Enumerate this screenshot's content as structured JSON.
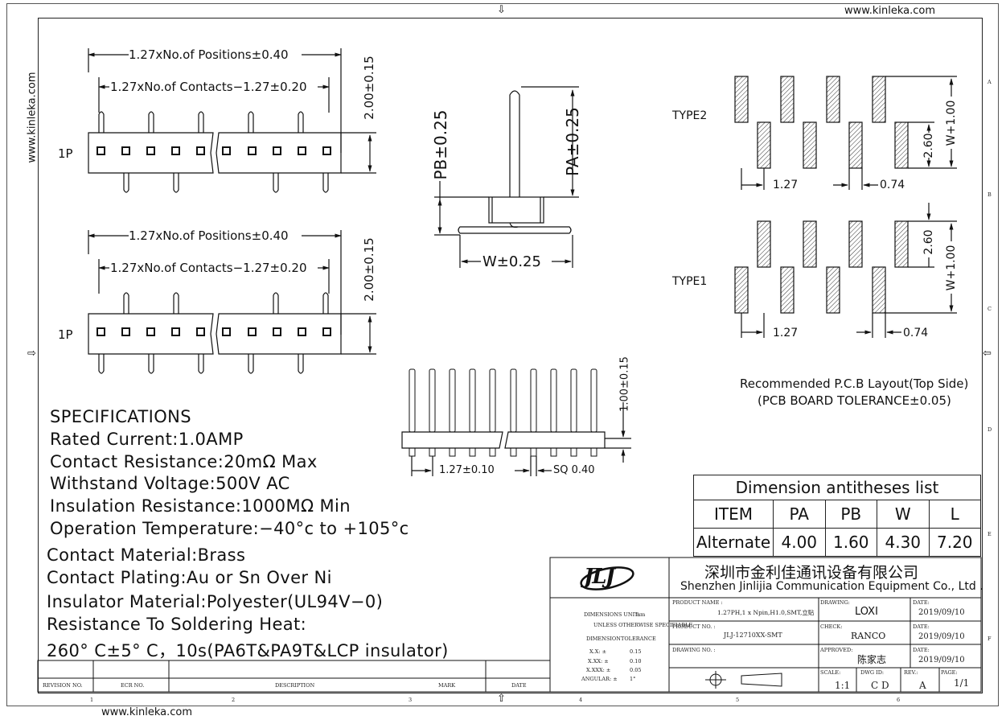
{
  "watermark": {
    "top": "www.kinleka.com",
    "bottom": "www.kinleka.com",
    "side": "www.kinleka.com"
  },
  "top_view_1": {
    "dim_positions": "1.27xNo.of  Positions±0.40",
    "dim_contacts": "1.27xNo.of  Contacts−1.27±0.20",
    "dim_height": "2.00±0.15",
    "pin1": "1P"
  },
  "top_view_2": {
    "dim_positions": "1.27xNo.of  Positions±0.40",
    "dim_contacts": "1.27xNo.of  Contacts−1.27±0.20",
    "dim_height": "2.00±0.15",
    "pin1": "1P"
  },
  "side_view": {
    "pb": "PB±0.25",
    "pa": "PA±0.25",
    "w": "W±0.25"
  },
  "front_view": {
    "height": "1.00±0.15",
    "pitch": "1.27±0.10",
    "sq": "SQ  0.40"
  },
  "pcb_layout": {
    "type2": "TYPE2",
    "type1": "TYPE1",
    "type2_pitch": "1.27",
    "type2_gap": "0.74",
    "type2_pad": "2.60",
    "type2_w": "W+1.00",
    "type1_pitch": "1.27",
    "type1_gap": "0.74",
    "type1_pad": "2.60",
    "type1_w": "W+1.00",
    "title": "Recommended  P.C.B  Layout(Top  Side)",
    "tolerance": "(PCB  BOARD  TOLERANCE±0.05)"
  },
  "specifications": [
    "SPECIFICATIONS",
    "Rated  Current:1.0AMP",
    "Contact  Resistance:20mΩ  Max",
    "Withstand  Voltage:500V  AC",
    "Insulation  Resistance:1000MΩ  Min",
    "Operation  Temperature:−40°c  to  +105°c"
  ],
  "materials": [
    "Contact  Material:Brass",
    "Contact  Plating:Au  or  Sn  Over  Ni",
    "Insulator  Material:Polyester(UL94V−0)",
    "Resistance  To  Soldering  Heat:",
    "260°  C±5°  C，10s(PA6T&PA9T&LCP  insulator)"
  ],
  "dimension_table": {
    "title": "Dimension  antitheses  list",
    "headers": [
      "ITEM",
      "PA",
      "PB",
      "W",
      "L"
    ],
    "row": [
      "Alternate",
      "4.00",
      "1.60",
      "4.30",
      "7.20"
    ]
  },
  "title_block": {
    "logo": "JLJ",
    "company_cn": "深圳市金利佳通讯设备有限公司",
    "company_en": "Shenzhen Jinlijia Communication Equipment Co., Ltd .",
    "dimensions_unit_label": "DIMENSIONS UNIT:",
    "dimensions_unit": "mm",
    "unless": "UNLESS OTHERWISE SPECIFIABLE",
    "dimension_hdr": "DIMENSION",
    "tolerance_hdr": "TOLERANCE",
    "tol_rows": [
      [
        "X.X: ±",
        "0.15"
      ],
      [
        "X.XX: ±",
        "0.10"
      ],
      [
        "X.XXX: ±",
        "0.05"
      ],
      [
        "ANGULAR: ±",
        "1°"
      ]
    ],
    "product_name_label": "PRODUCT NAME :",
    "product_name": "1.27PH,1 x Npin,H1.0,SMT,立贴",
    "product_no_label": "PRODUCT NO. :",
    "product_no": "JLJ-12710XX-SMT",
    "drawing_no_label": "DRAWING NO. :",
    "drawing_label": "DRAWING:",
    "drawing": "LOXI",
    "check_label": "CHECK:",
    "check": "RANCO",
    "approved_label": "APPROVED:",
    "approved": "陈家志",
    "date_label": "DATE:",
    "date1": "2019/09/10",
    "date2": "2019/09/10",
    "date3": "2019/09/10",
    "scale_label": "SCALE:",
    "scale": "1:1",
    "dwg_id_label": "DWG ID:",
    "dwg_id": "C D",
    "rev_label": "REV.:",
    "rev": "A",
    "page_label": "PAGE:",
    "page": "1/1"
  },
  "revision_row": [
    "REVISION NO.",
    "ECR NO.",
    "DESCRIPTION",
    "MARK",
    "DATE"
  ],
  "col_markers": [
    "1",
    "2",
    "3",
    "4",
    "5",
    "6"
  ],
  "row_markers": [
    "A",
    "B",
    "C",
    "D",
    "E",
    "F"
  ]
}
